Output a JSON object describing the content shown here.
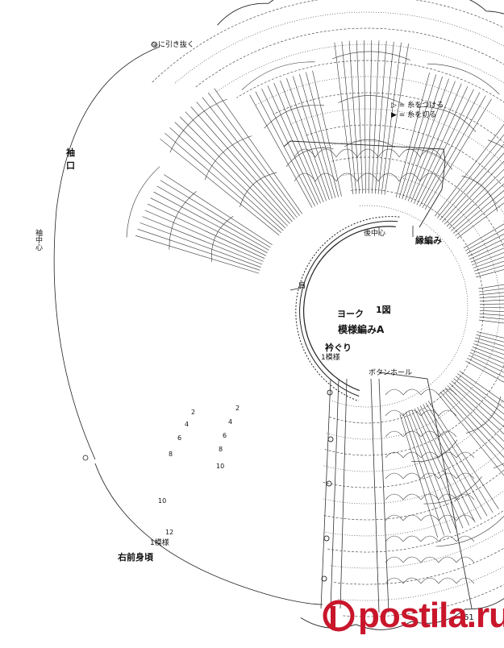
{
  "labels": {
    "draw_out": "◎に引き抜く",
    "legend_attach": "= 糸をつける",
    "legend_cut": "= 糸を切る",
    "cuff_1": "袖",
    "cuff_2": "口",
    "sleeve_center": "袖中心",
    "back_center": "後中心",
    "edge_stitch": "縁編み",
    "shoulder": "肩",
    "yoke": "ヨーク",
    "fig": "1図",
    "pattern": "模様編みA",
    "neckline": "衿ぐり",
    "one_pattern_top": "1模様",
    "buttonhole": "ボタンホール",
    "one_pattern_bottom": "1模様",
    "right_front": "右前身頃",
    "page_number": "61"
  },
  "row_numbers": [
    "2",
    "4",
    "6",
    "8",
    "10",
    "12",
    "2",
    "4",
    "6",
    "8",
    "10"
  ],
  "watermark": "postila.ru",
  "colors": {
    "ink": "#111111",
    "brand": "#c9162b"
  }
}
